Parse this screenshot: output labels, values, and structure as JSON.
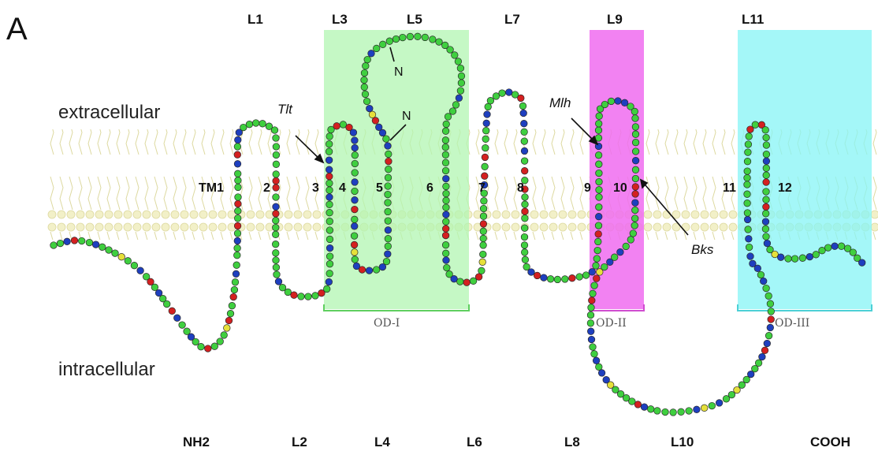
{
  "panel_label": "A",
  "side_labels": {
    "extracellular": "extracellular",
    "intracellular": "intracellular"
  },
  "top_loops": [
    "L1",
    "L3",
    "L5",
    "L7",
    "L9",
    "L11"
  ],
  "bottom_loops": [
    "NH2",
    "L2",
    "L4",
    "L6",
    "L8",
    "L10",
    "COOH"
  ],
  "tm_segments": [
    "TM1",
    "2",
    "3",
    "4",
    "5",
    "6",
    "7",
    "8",
    "9",
    "10",
    "11",
    "12"
  ],
  "domains": [
    {
      "label": "OD-I",
      "color": "#b2f5b2"
    },
    {
      "label": "OD-II",
      "color": "#f06cf0"
    },
    {
      "label": "OD-III",
      "color": "#86f4f6"
    }
  ],
  "annotations": {
    "glycosylation": [
      "N",
      "N"
    ],
    "mutants": [
      "Tlt",
      "Mlh",
      "Bks"
    ]
  },
  "residue_colors": {
    "default": "#3fcf3f",
    "blue": "#1e3fbf",
    "red": "#d42020",
    "yellow": "#e6e03a"
  }
}
